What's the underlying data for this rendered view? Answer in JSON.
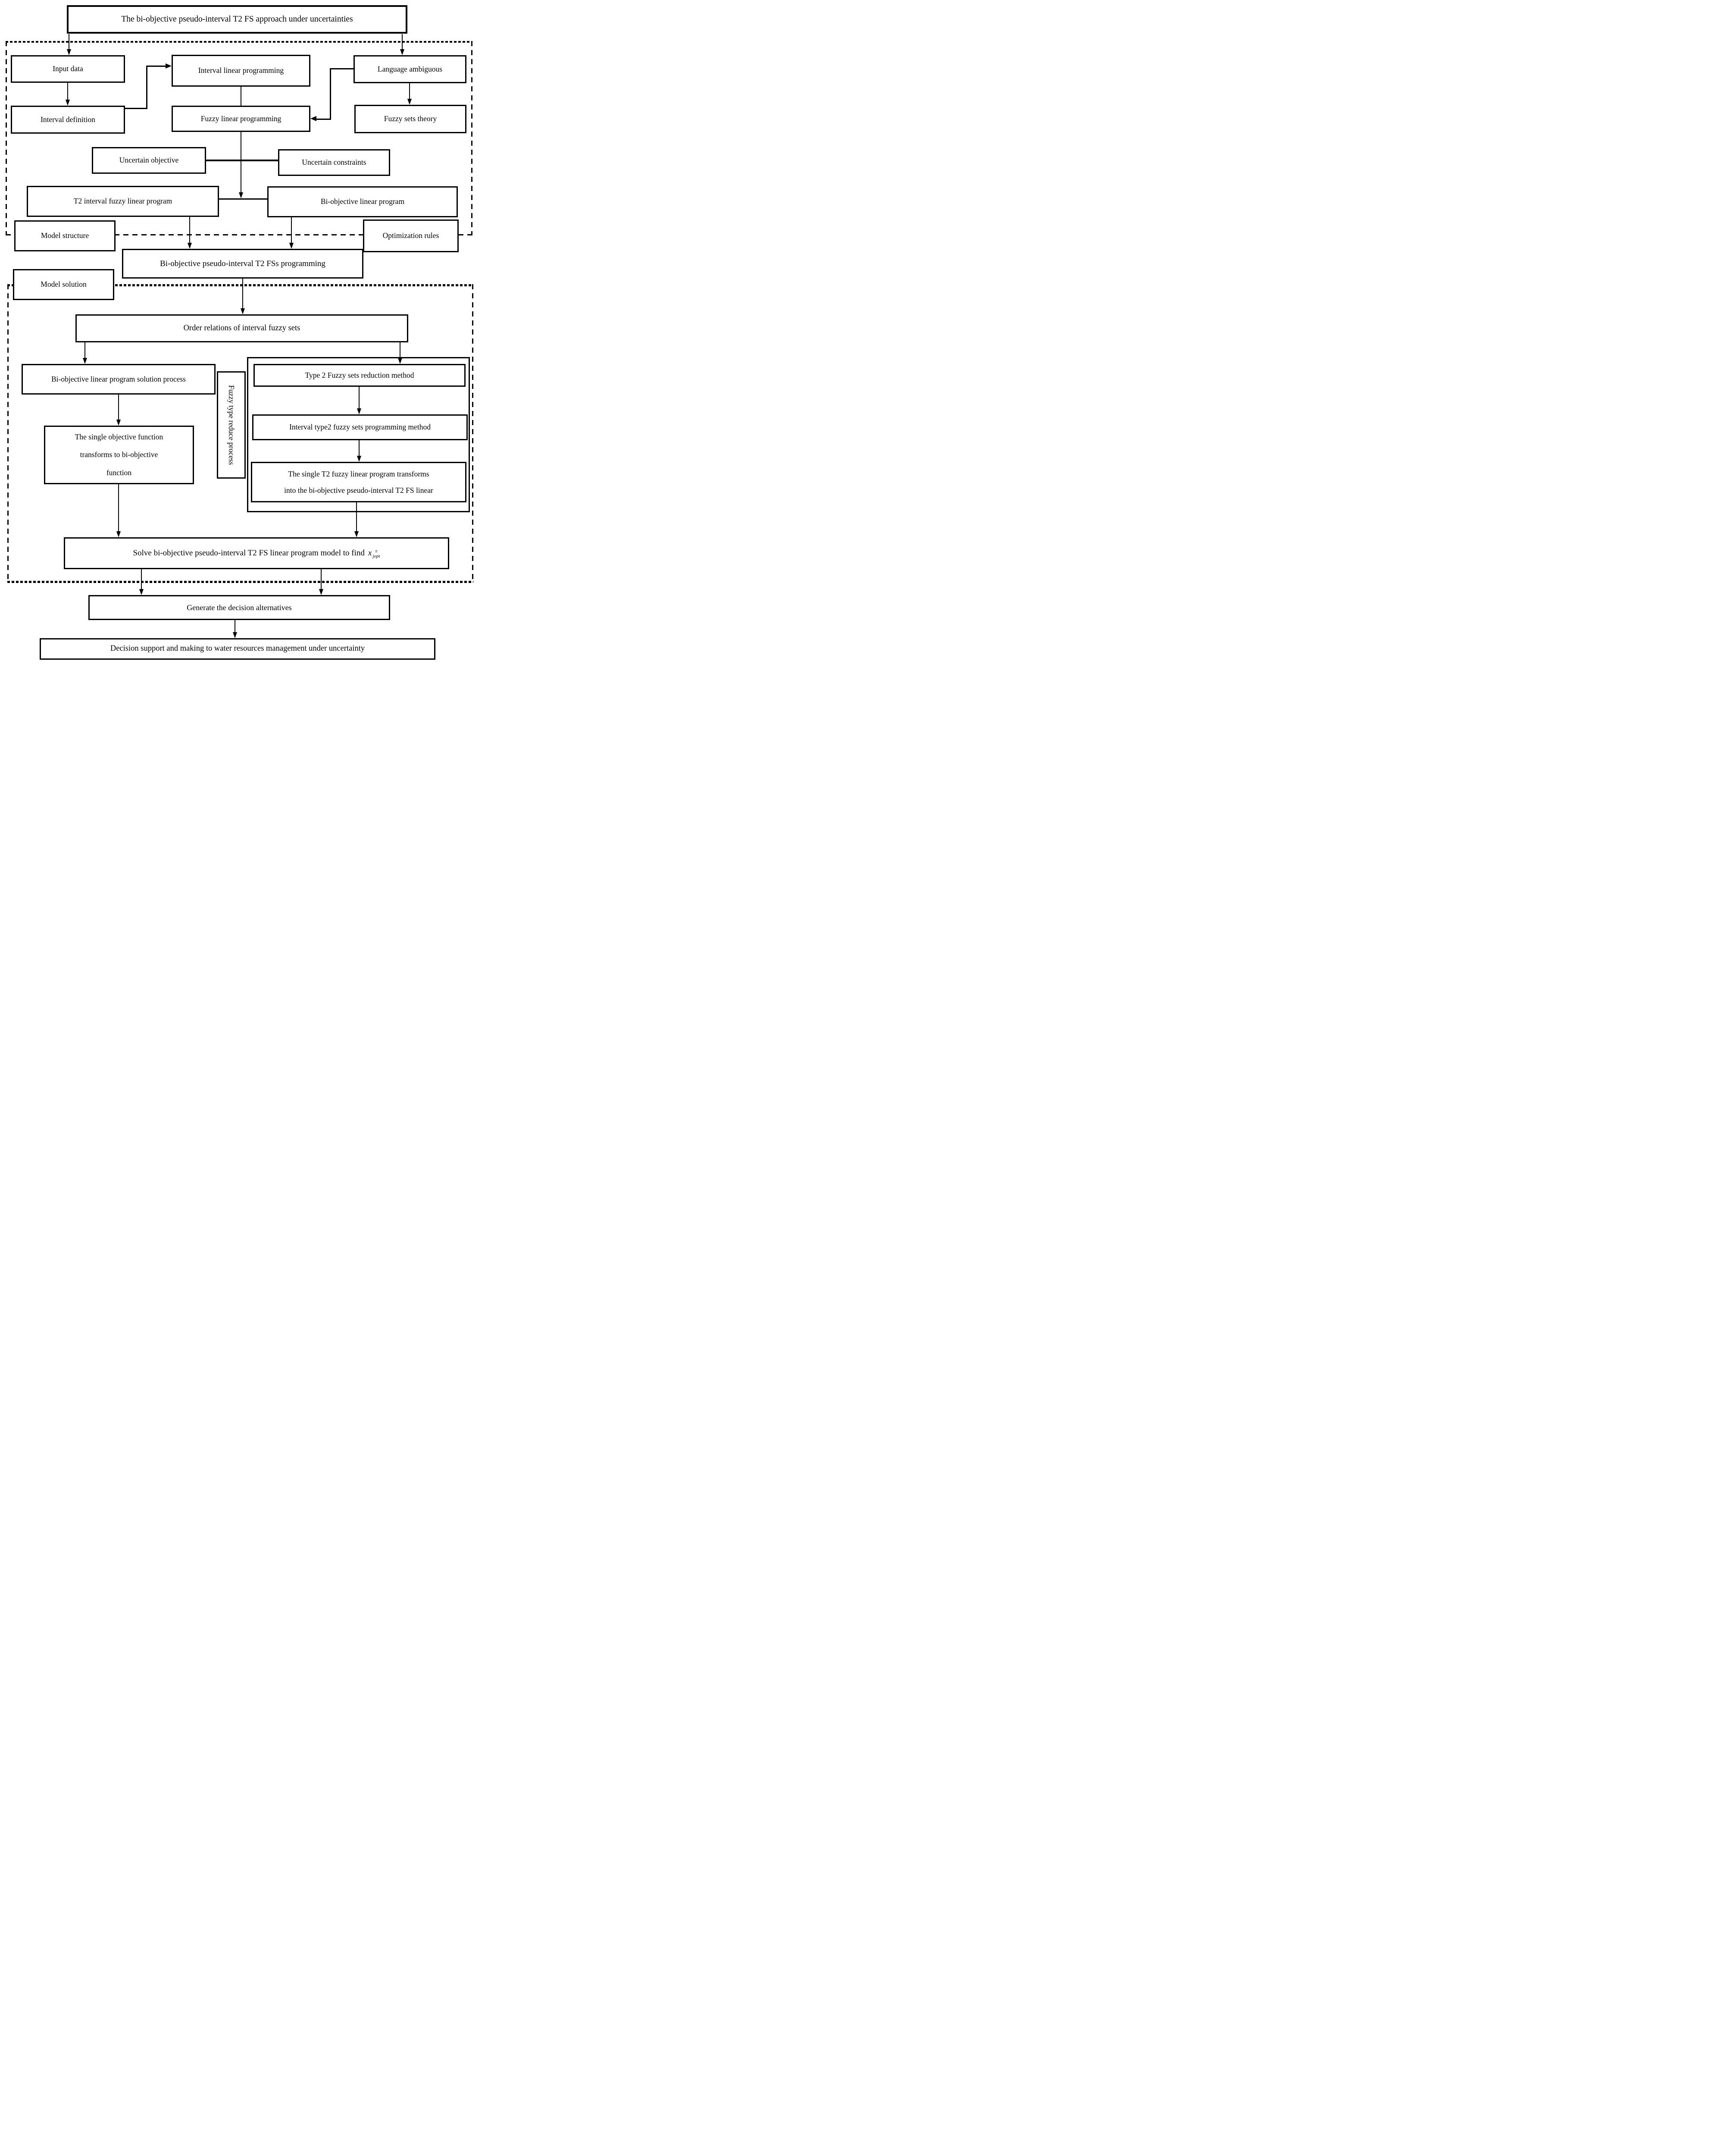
{
  "diagram": {
    "title": "The bi-objective pseudo-interval T2 FS approach under uncertainties",
    "colors": {
      "line": "#000000",
      "background": "#ffffff"
    },
    "nodes": {
      "top": "The bi-objective pseudo-interval T2 FS approach under uncertainties",
      "input_data": "Input data",
      "interval_lp": "Interval linear programming",
      "language_ambiguous": "Language ambiguous",
      "interval_definition": "Interval definition",
      "fuzzy_lp": "Fuzzy linear programming",
      "fuzzy_sets_theory": "Fuzzy sets theory",
      "uncertain_objective": "Uncertain objective",
      "uncertain_constraints": "Uncertain constraints",
      "t2_interval_flp": "T2 interval fuzzy linear program",
      "bi_objective_lp": "Bi-objective linear program",
      "model_structure": "Model structure",
      "optimization_rules": "Optimization rules",
      "pseudo_programming": "Bi-objective pseudo-interval T2 FSs programming",
      "model_solution": "Model solution",
      "order_relations": "Order relations of interval fuzzy sets",
      "solution_process": "Bi-objective linear program solution process",
      "fuzzy_type_reduce": "Fuzzy type reduce process",
      "type2_reduction": "Type 2 Fuzzy sets reduction method",
      "interval_type2": "Interval type2 fuzzy sets programming method",
      "single_objective_lines": [
        "The single objective function",
        "transforms to bi-objective",
        "function"
      ],
      "single_t2_lines": [
        "The single T2 fuzzy linear program transforms",
        "into the bi-objective pseudo-interval T2 FS linear"
      ],
      "solve_prefix": "Solve bi-objective pseudo-interval T2 FS linear program model to find",
      "solve_math": {
        "base": "x",
        "sup": "±",
        "sub": "jopt"
      },
      "generate": "Generate the decision alternatives",
      "decision": "Decision support and making to water resources management under uncertainty"
    }
  }
}
